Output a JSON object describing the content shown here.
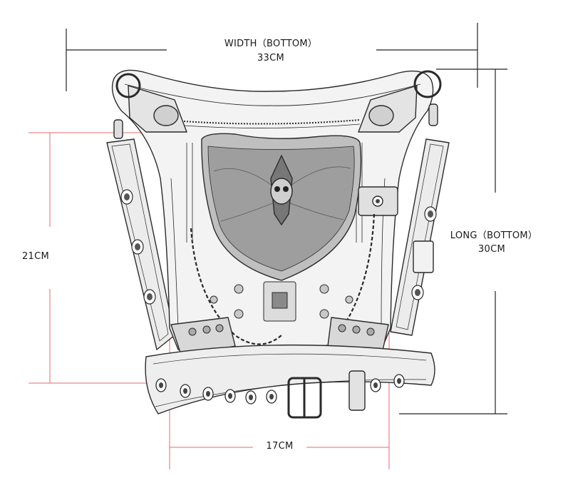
{
  "dimensions": {
    "width_label": "WIDTH（BOTTOM）",
    "width_value": "33CM",
    "height_value": "21CM",
    "long_label": "LONG（BOTTOM）",
    "long_value": "30CM",
    "depth_value": "17CM"
  },
  "colors": {
    "guide_red": "#e36b6b",
    "guide_black": "#222222",
    "sketch": "#2a2a2a"
  }
}
